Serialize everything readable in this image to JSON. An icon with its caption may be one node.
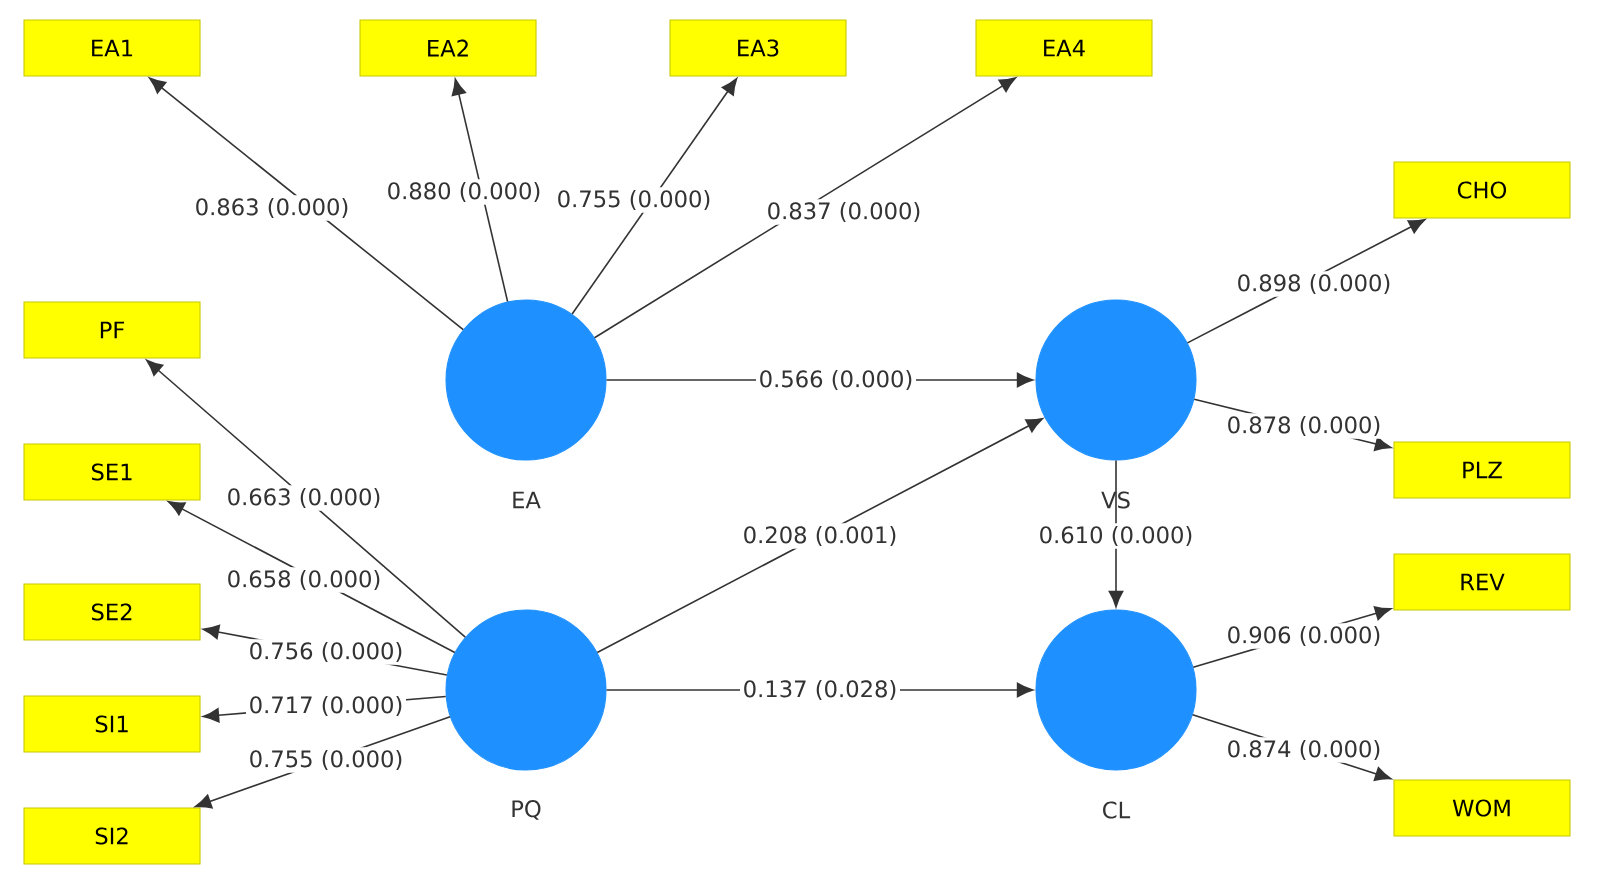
{
  "diagram": {
    "nodes": [
      {
        "text": [
          "EA1"
        ]
      },
      {
        "text": [
          "EA2"
        ]
      },
      {
        "text": [
          "EA3"
        ]
      },
      {
        "text": [
          "EA4"
        ]
      },
      {
        "text": [
          "CHO"
        ]
      },
      {
        "text": [
          "PF"
        ]
      },
      {
        "text": [
          "EA"
        ]
      },
      {
        "text": [
          "VS"
        ]
      },
      {
        "text": [
          "PLZ"
        ]
      },
      {
        "text": [
          "SE1"
        ]
      },
      {
        "text": [
          "SE2"
        ]
      },
      {
        "text": [
          "REV"
        ]
      },
      {
        "text": [
          "PQ"
        ]
      },
      {
        "text": [
          "CL"
        ]
      },
      {
        "text": [
          "SI1"
        ]
      },
      {
        "text": [
          "SI2"
        ]
      },
      {
        "text": [
          "WOM"
        ]
      }
    ],
    "edges": [
      {
        "from": 6,
        "to": 0,
        "arrow": "to",
        "label": "0.863 (0.000)"
      },
      {
        "from": 6,
        "to": 1,
        "arrow": "to",
        "label": "0.880 (0.000)"
      },
      {
        "from": 6,
        "to": 2,
        "arrow": "to",
        "label": "0.755 (0.000)"
      },
      {
        "from": 6,
        "to": 3,
        "arrow": "to",
        "label": "0.837 (0.000)"
      },
      {
        "from": 6,
        "to": 7,
        "arrow": "to",
        "label": "0.566 (0.000)"
      },
      {
        "from": 12,
        "to": 7,
        "arrow": "to",
        "label": "0.208 (0.001)"
      },
      {
        "from": 12,
        "to": 13,
        "arrow": "to",
        "label": "0.137 (0.028)"
      },
      {
        "from": 7,
        "to": 13,
        "arrow": "to",
        "label": "0.610 (0.000)"
      },
      {
        "from": 7,
        "to": 4,
        "arrow": "to",
        "label": "0.898 (0.000)"
      },
      {
        "from": 7,
        "to": 8,
        "arrow": "to",
        "label": "0.878 (0.000)"
      },
      {
        "from": 13,
        "to": 11,
        "arrow": "to",
        "label": "0.906 (0.000)"
      },
      {
        "from": 13,
        "to": 16,
        "arrow": "to",
        "label": "0.874 (0.000)"
      },
      {
        "from": 12,
        "to": 5,
        "arrow": "to",
        "label": "0.663 (0.000)"
      },
      {
        "from": 12,
        "to": 9,
        "arrow": "to",
        "label": "0.658 (0.000)"
      },
      {
        "from": 12,
        "to": 10,
        "arrow": "to",
        "label": "0.756 (0.000)"
      },
      {
        "from": 12,
        "to": 14,
        "arrow": "to",
        "label": "0.717 (0.000)"
      },
      {
        "from": 12,
        "to": 15,
        "arrow": "to",
        "label": "0.755 (0.000)"
      }
    ]
  }
}
